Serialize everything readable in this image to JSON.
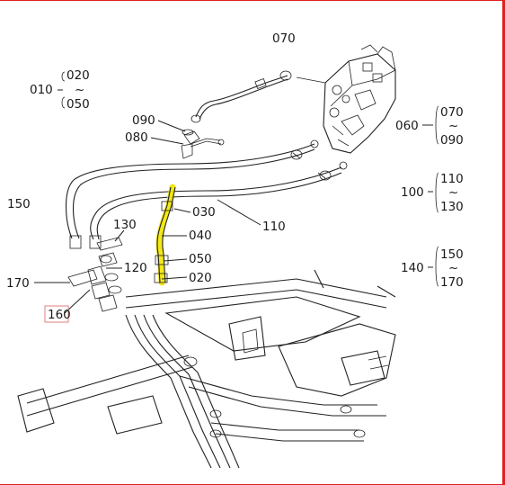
{
  "labels": {
    "p070_top": "070",
    "p010": "010",
    "p010_a": "020",
    "p010_tilde": "~",
    "p010_b": "050",
    "p090": "090",
    "p080": "080",
    "p060": "060",
    "p060_a": "070",
    "p060_tilde": "~",
    "p060_b": "090",
    "p100": "100",
    "p100_a": "110",
    "p100_tilde": "~",
    "p100_b": "130",
    "p140": "140",
    "p140_a": "150",
    "p140_tilde": "~",
    "p140_b": "170",
    "p150": "150",
    "p130": "130",
    "p120": "120",
    "p170": "170",
    "p160": "160",
    "p030": "030",
    "p040": "040",
    "p050": "050",
    "p020": "020",
    "p110": "110"
  },
  "colors": {
    "highlight": "#f2e500",
    "frame": "#e02020",
    "line": "#222222"
  }
}
